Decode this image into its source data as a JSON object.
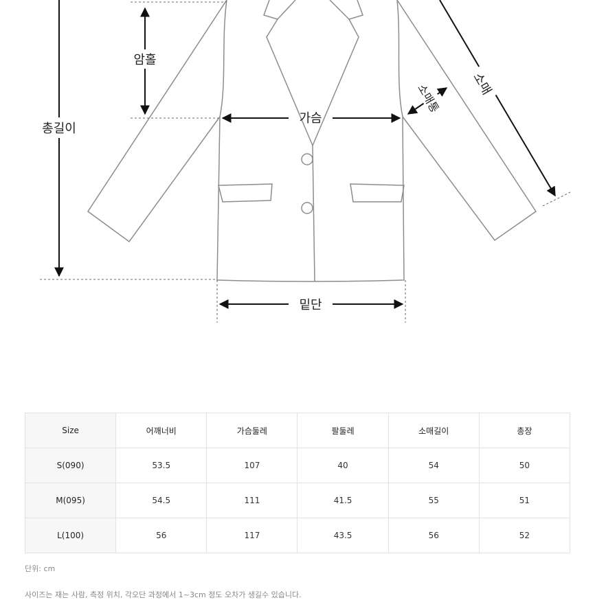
{
  "diagram": {
    "labels": {
      "shoulder_hole": "암홀",
      "total_length": "총길이",
      "chest": "가슴",
      "sleeve": "소매",
      "sleeve_width": "소매통",
      "hem": "밑단"
    }
  },
  "table": {
    "headers": [
      "Size",
      "어깨너비",
      "가슴둘레",
      "팔둘레",
      "소매길이",
      "총장"
    ],
    "rows": [
      {
        "size": "S(090)",
        "values": [
          "53.5",
          "107",
          "40",
          "54",
          "50"
        ]
      },
      {
        "size": "M(095)",
        "values": [
          "54.5",
          "111",
          "41.5",
          "55",
          "51"
        ]
      },
      {
        "size": "L(100)",
        "values": [
          "56",
          "117",
          "43.5",
          "56",
          "52"
        ]
      }
    ]
  },
  "unit_note": "단위: cm",
  "cut_note": "사이즈는 재는 사람, 측정 위치, 각오단 과정에서 1~3cm 정도 오차가 생길수 있습니다."
}
